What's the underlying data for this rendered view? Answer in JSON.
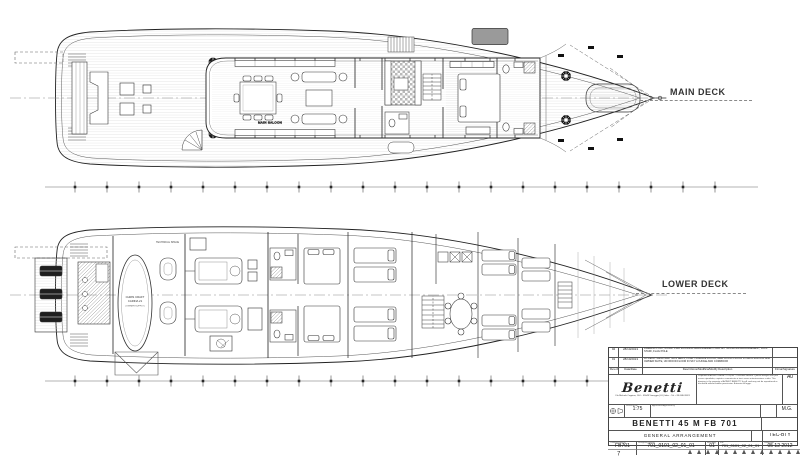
{
  "drawing": {
    "main_deck_label": "MAIN DECK",
    "lower_deck_label": "LOWER DECK",
    "main_saloon_label": "MAIN SALOON",
    "technical_space_label": "TECHNICAL SPACE",
    "tender": {
      "line1": "CHRIS CRAFT",
      "line2": "CARINA 21",
      "line3": "(OWNER SUPPLY)"
    }
  },
  "title_block": {
    "revisions": [
      {
        "rev": "02",
        "date": "28/10/2013",
        "desc": "FREEING PORT, MODIF. FWD MOORING ARRANGEMENT AND AFT MOORING ARRANGEMENT, JACK STAFF, FLAG POLE",
        "sign": ""
      },
      {
        "rev": "01",
        "date": "28/10/2013",
        "desc": "LD DECK: REMOVED TWIN BEDS, LOBBY MARBLE FLOOR, NEW WOOD FLOOR IN MAIN SALOON AND OWNER SUITE, UD WOOD FLOOR IN SKY LOUNGE AND CORRIDOR",
        "sign": ""
      }
    ],
    "header": {
      "rev": "Rev./Agg.",
      "date": "Data/Date",
      "desc": "Descrizione/Modifica/Modify Description",
      "sign": "Firma/Signature"
    },
    "brand": {
      "name": "Benetti",
      "address": "V.le Michele Coppino, 104 – 55049 Viareggio (LU) Italia – Tel. +39 0584 3821"
    },
    "disclaimer": "Proprietà di AZIMUT BENETTI S.p.A. – Divisione Benetti. Questo disegno non può essere riprodotto, copiato o comunicato a terzi senza autorizzazione scritta. This drawing is the property of AZIMUT BENETTI S.p.A. and may not be reproduced or disclosed without written permission. A termini di legge.",
    "sheet_format": "A0",
    "scale_label": "Scala/Scale",
    "scale_value": "1:75",
    "approved_label": "Approvato/Approved by",
    "drawn_value": "M.G.",
    "dept_value": "TEC-BTY",
    "boat_title": "BENETTI 45 M FB 701",
    "drawing_title": "GENERAL ARRANGEMENT",
    "bottom": {
      "order_label": "Commessa/Hull",
      "order": "FB701",
      "drawing_no_label": "Disegno/Drawing",
      "drawing_no": "701_0101_02_01_01",
      "rev_label": "Rev./Agg.",
      "rev": "01",
      "file_label": "File",
      "file": "701_0101_02_01_01",
      "date_label": "Data/Date",
      "date": "05 12 2012"
    },
    "zone_number": "7"
  }
}
